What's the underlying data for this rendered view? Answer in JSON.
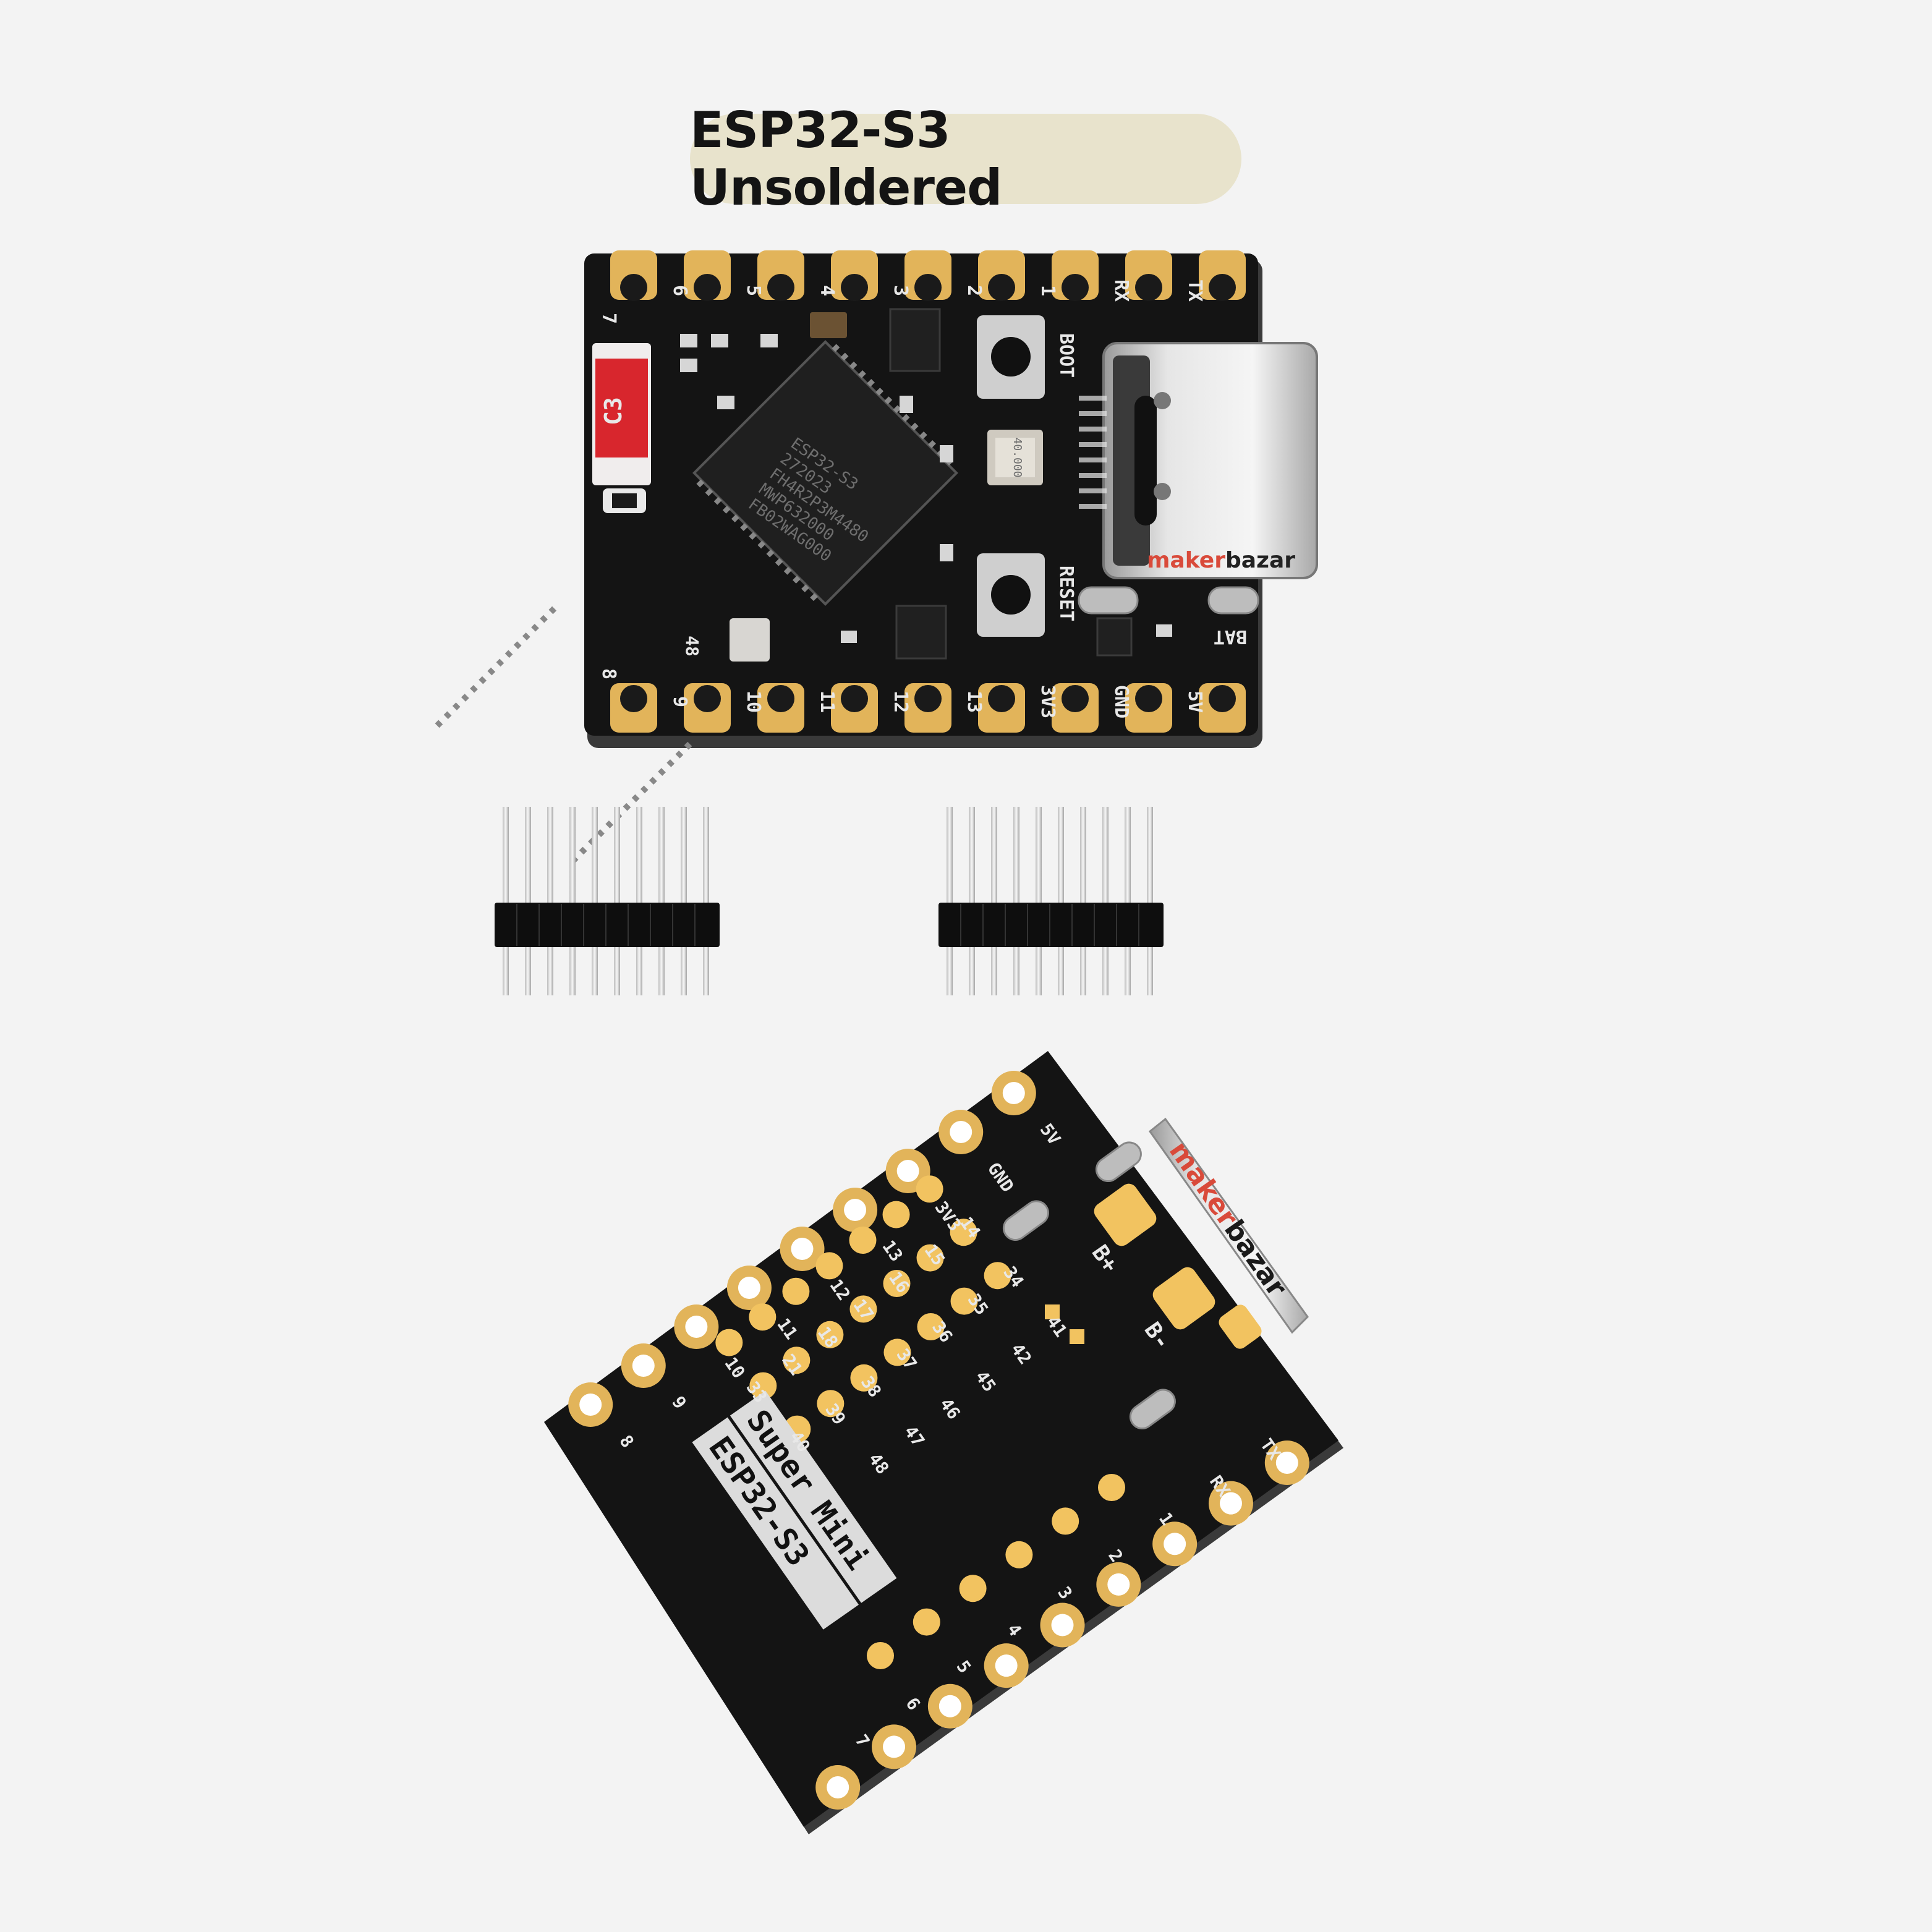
{
  "title": "ESP32-S3 Unsoldered",
  "brand": {
    "part1": "maker",
    "part2": "bazar"
  },
  "front": {
    "top_pins": [
      "6",
      "5",
      "4",
      "3",
      "2",
      "1",
      "RX",
      "TX"
    ],
    "top_pin_first": "7",
    "bottom_pins": [
      "9",
      "10",
      "11",
      "12",
      "13",
      "3V3",
      "GND",
      "5V"
    ],
    "bottom_pin_first": "8",
    "left_label": "48",
    "boot_label": "BOOT",
    "reset_label": "RESET",
    "bat_label": "BAT",
    "antenna_label": "C3",
    "crystal_label": "40.000",
    "chip_lines": [
      "ESP32-S3",
      "272023",
      "FH4R2P3M4480",
      "MWP632000",
      "FB02WAG000"
    ]
  },
  "back": {
    "silkscreen_line1": "Super Mini",
    "silkscreen_line2": "ESP32-S3",
    "edge_labels": [
      "5V",
      "GND",
      "3V3",
      "13",
      "12",
      "11",
      "10",
      "9",
      "8",
      "7",
      "6",
      "5",
      "4",
      "3",
      "2",
      "1",
      "RX",
      "TX"
    ],
    "pad_labels": [
      "14",
      "15",
      "16",
      "17",
      "18",
      "21",
      "33",
      "34",
      "35",
      "36",
      "37",
      "38",
      "39",
      "40",
      "41",
      "42",
      "45",
      "46",
      "47",
      "48"
    ],
    "battery_plus": "B+",
    "battery_minus": "B-"
  },
  "colors": {
    "background": "#f3f3f3",
    "pill": "#e8e3cc",
    "pcb": "#141414",
    "gold": "#e2b45a",
    "silver": "#c9c9c9",
    "antenna_red": "#d8262d"
  }
}
